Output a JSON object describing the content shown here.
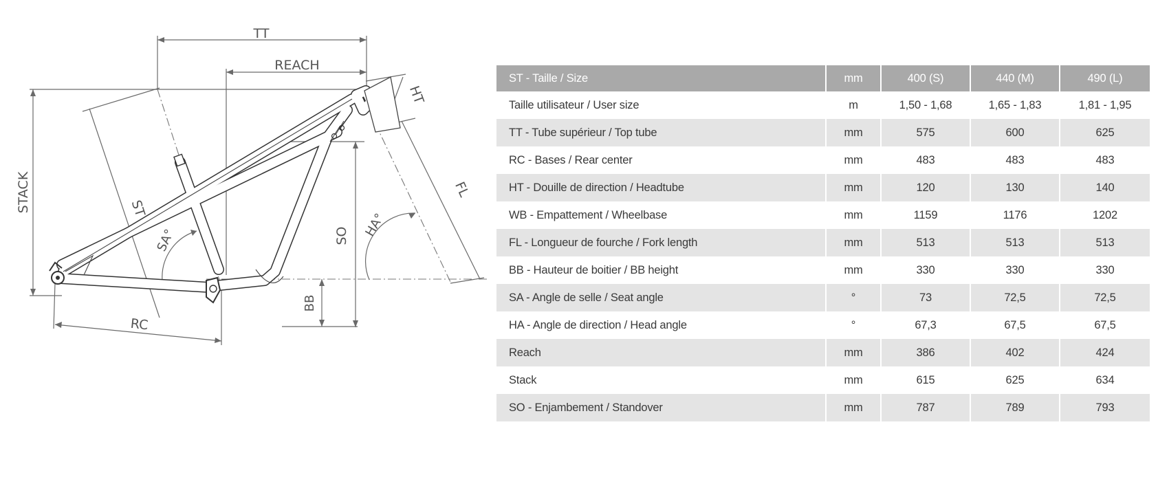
{
  "diagram": {
    "labels": {
      "tt": "TT",
      "reach": "REACH",
      "ht": "HT",
      "stack": "STACK",
      "st": "ST",
      "sa": "SA°",
      "so": "SO",
      "ha": "HA°",
      "fl": "FL",
      "rc": "RC",
      "bb": "BB"
    }
  },
  "table": {
    "header": {
      "label": "ST - Taille / Size",
      "unit": "mm",
      "sizes": [
        "400 (S)",
        "440 (M)",
        "490 (L)"
      ]
    },
    "rows": [
      {
        "label": "Taille utilisateur / User size",
        "unit": "m",
        "values": [
          "1,50 - 1,68",
          "1,65 - 1,83",
          "1,81 - 1,95"
        ]
      },
      {
        "label": "TT - Tube supérieur / Top tube",
        "unit": "mm",
        "values": [
          "575",
          "600",
          "625"
        ]
      },
      {
        "label": "RC - Bases / Rear center",
        "unit": "mm",
        "values": [
          "483",
          "483",
          "483"
        ]
      },
      {
        "label": "HT - Douille de direction / Headtube",
        "unit": "mm",
        "values": [
          "120",
          "130",
          "140"
        ]
      },
      {
        "label": "WB - Empattement / Wheelbase",
        "unit": "mm",
        "values": [
          "1159",
          "1176",
          "1202"
        ]
      },
      {
        "label": "FL - Longueur de fourche / Fork length",
        "unit": "mm",
        "values": [
          "513",
          "513",
          "513"
        ]
      },
      {
        "label": "BB - Hauteur de boitier / BB height",
        "unit": "mm",
        "values": [
          "330",
          "330",
          "330"
        ]
      },
      {
        "label": "SA - Angle de selle / Seat angle",
        "unit": "°",
        "values": [
          "73",
          "72,5",
          "72,5"
        ]
      },
      {
        "label": "HA - Angle de direction / Head angle",
        "unit": "°",
        "values": [
          "67,3",
          "67,5",
          "67,5"
        ]
      },
      {
        "label": "Reach",
        "unit": "mm",
        "values": [
          "386",
          "402",
          "424"
        ]
      },
      {
        "label": "Stack",
        "unit": "mm",
        "values": [
          "615",
          "625",
          "634"
        ]
      },
      {
        "label": "SO - Enjambement / Standover",
        "unit": "mm",
        "values": [
          "787",
          "789",
          "793"
        ]
      }
    ]
  }
}
